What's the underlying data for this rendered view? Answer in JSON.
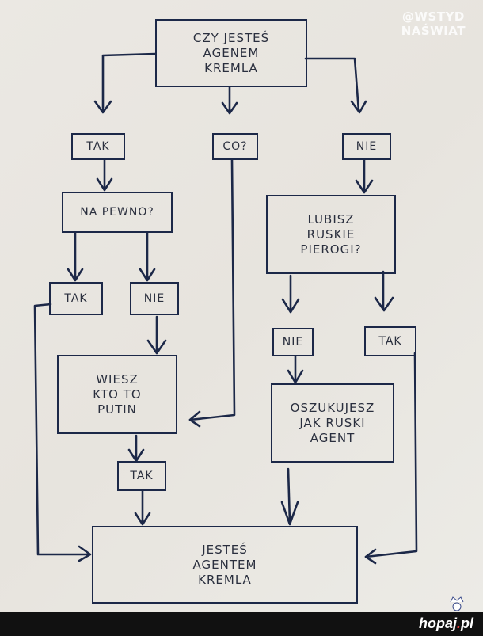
{
  "diagram": {
    "title": "Czy jesteś agenem Kremla",
    "ink_color": "#1c2848",
    "paper_color": "#e9e6e0",
    "nodes": {
      "start": "CZY JESTEŚ\nAGENEM\nKREMLA",
      "tak1": "TAK",
      "co": "CO?",
      "nie1": "NIE",
      "na_pewno": "NA PEWNO?",
      "lubisz": "LUBISZ\nRUSKIE\nPIEROGI?",
      "tak2": "TAK",
      "nie2": "NIE",
      "nie3": "NIE",
      "tak3": "TAK",
      "wiesz": "WIESZ\nKTO TO\nPUTIN",
      "oszukujesz": "OSZUKUJESZ\nJAK RUSKI\nAGENT",
      "tak4": "TAK",
      "end": "JESTEŚ\nAGENTEM\nKREMLA"
    },
    "edges": [
      {
        "from": "start",
        "to": "tak1"
      },
      {
        "from": "start",
        "to": "co"
      },
      {
        "from": "start",
        "to": "nie1"
      },
      {
        "from": "tak1",
        "to": "na_pewno"
      },
      {
        "from": "na_pewno",
        "to": "tak2"
      },
      {
        "from": "na_pewno",
        "to": "nie2"
      },
      {
        "from": "nie2",
        "to": "wiesz"
      },
      {
        "from": "co",
        "to": "wiesz"
      },
      {
        "from": "wiesz",
        "to": "tak4"
      },
      {
        "from": "tak4",
        "to": "end"
      },
      {
        "from": "tak2",
        "to": "end"
      },
      {
        "from": "nie1",
        "to": "lubisz"
      },
      {
        "from": "lubisz",
        "to": "nie3"
      },
      {
        "from": "lubisz",
        "to": "tak3"
      },
      {
        "from": "nie3",
        "to": "oszukujesz"
      },
      {
        "from": "oszukujesz",
        "to": "end"
      },
      {
        "from": "tak3",
        "to": "end"
      }
    ]
  },
  "watermark": {
    "line1": "@WSTYD",
    "line2": "NAŚWIAT"
  },
  "footer": {
    "logo_main": "hopaj",
    "logo_dot": ".",
    "logo_tld": "pl"
  }
}
